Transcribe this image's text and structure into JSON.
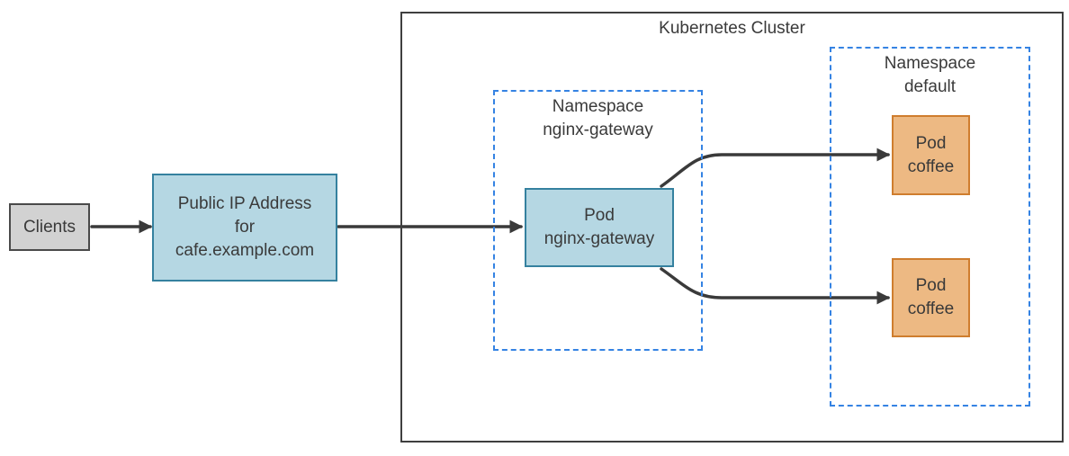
{
  "colors": {
    "background": "#ffffff",
    "text": "#3a3a3a",
    "arrow": "#3a3a3a",
    "cluster_border": "#3f3f3f",
    "namespace_border": "#3583e3",
    "gray_fill": "#d2d2d2",
    "gray_stroke": "#4a4a4a",
    "blue_fill": "#b5d7e3",
    "blue_stroke": "#35819f",
    "orange_fill": "#edb983",
    "orange_stroke": "#cf7d2e"
  },
  "diagram": {
    "clients_label": "Clients",
    "public_ip_label": "Public IP Address\nfor\ncafe.example.com",
    "cluster": {
      "title": "Kubernetes Cluster",
      "namespace_gateway": {
        "label": "Namespace\nnginx-gateway",
        "pod_label": "Pod\nnginx-gateway"
      },
      "namespace_default": {
        "label": "Namespace\ndefault",
        "pod_1_label": "Pod\ncoffee",
        "pod_2_label": "Pod\ncoffee"
      }
    }
  }
}
